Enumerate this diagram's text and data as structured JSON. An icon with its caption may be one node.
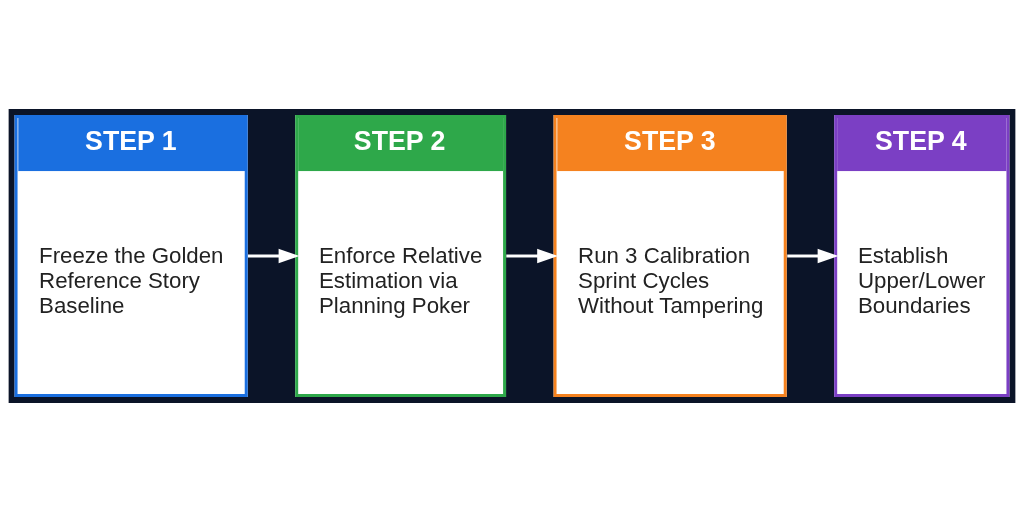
{
  "diagram": {
    "nodes": [
      {
        "text": [
          "STEP 1",
          "Freeze the Golden Reference Story Baseline"
        ]
      },
      {
        "text": [
          "STEP 2",
          "Enforce Relative Estimation via Planning Poker"
        ]
      },
      {
        "text": [
          "STEP 3",
          "Run 3 Calibration Sprint Cycles Without Tampering"
        ]
      },
      {
        "text": [
          "STEP 4",
          "Establish Upper/Lower Boundaries"
        ]
      }
    ],
    "edges": [
      {
        "from": 0,
        "to": 1,
        "arrow": "to"
      },
      {
        "from": 1,
        "to": 2,
        "arrow": "to"
      },
      {
        "from": 2,
        "to": 3,
        "arrow": "to"
      }
    ]
  }
}
